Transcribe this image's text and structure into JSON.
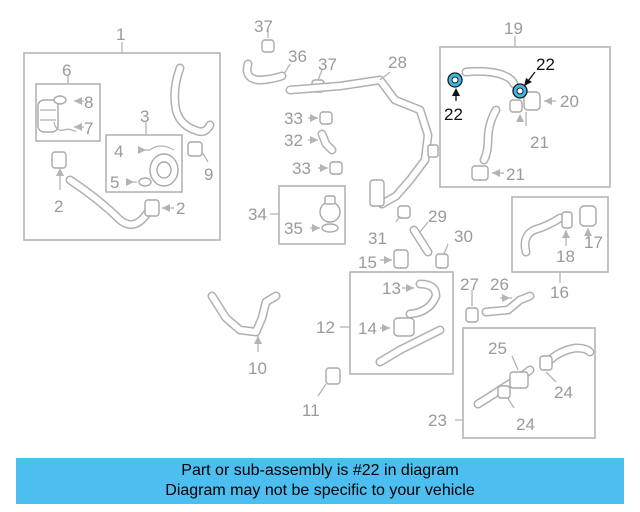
{
  "callouts": {
    "c1": "1",
    "c2a": "2",
    "c2b": "2",
    "c3": "3",
    "c4": "4",
    "c5": "5",
    "c6": "6",
    "c7": "7",
    "c8": "8",
    "c9": "9",
    "c10": "10",
    "c11": "11",
    "c12": "12",
    "c13": "13",
    "c14": "14",
    "c15": "15",
    "c16": "16",
    "c17": "17",
    "c18": "18",
    "c19": "19",
    "c20": "20",
    "c21a": "21",
    "c21b": "21",
    "c22a": "22",
    "c22b": "22",
    "c23": "23",
    "c24a": "24",
    "c24b": "24",
    "c25": "25",
    "c26": "26",
    "c27": "27",
    "c28": "28",
    "c29": "29",
    "c30": "30",
    "c31": "31",
    "c32": "32",
    "c33a": "33",
    "c33b": "33",
    "c34": "34",
    "c35": "35",
    "c36": "36",
    "c37a": "37",
    "c37b": "37"
  },
  "colors": {
    "highlight_part": "#3fb8e8",
    "banner": "#4cbff0",
    "line_gray": "#b4b4b4"
  },
  "banner": {
    "line1": "Part or sub-assembly is #22 in diagram",
    "line2": "Diagram may not be specific to your vehicle"
  }
}
